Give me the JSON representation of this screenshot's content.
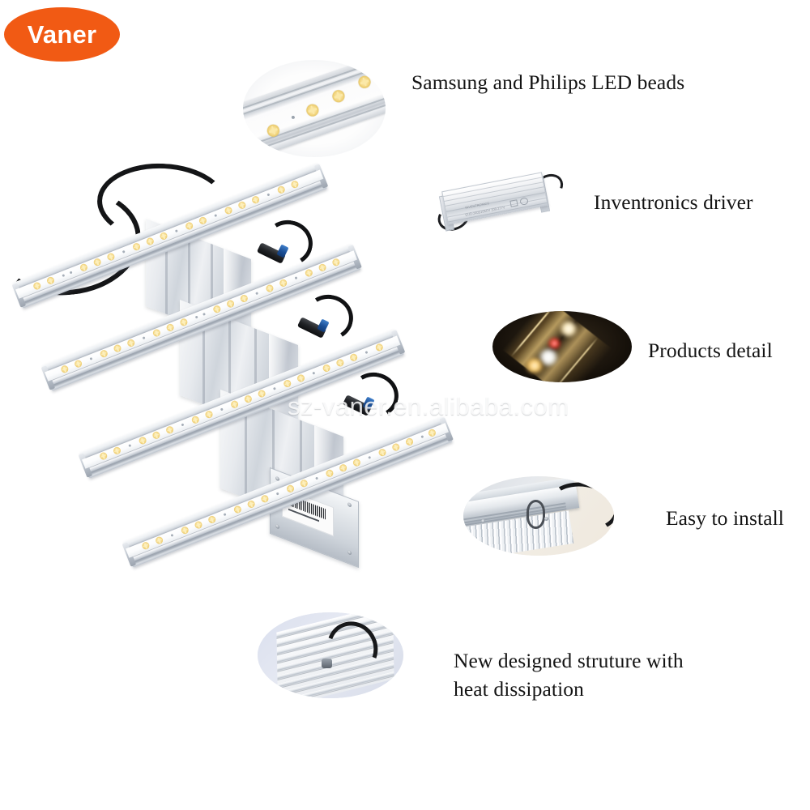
{
  "brand": {
    "name": "Vaner",
    "badge_color": "#f15a14",
    "text_color": "#ffffff"
  },
  "watermark": {
    "text": "sz-vaner.en.alibaba.com"
  },
  "features": [
    {
      "id": "led-beads",
      "label": "Samsung and Philips LED beads",
      "thumb": "led-bead-closeup-oval"
    },
    {
      "id": "driver",
      "label": "Inventronics driver",
      "thumb": "led-driver-photo"
    },
    {
      "id": "products-detail",
      "label": "Products detail",
      "thumb": "lit-led-bar-dark-oval"
    },
    {
      "id": "easy-install",
      "label": "Easy to install",
      "thumb": "hanging-hook-oval"
    },
    {
      "id": "heat-dissipation",
      "label": "New designed struture with\nheat dissipation",
      "thumb": "heatsink-fins-oval"
    }
  ],
  "product": {
    "name": "4-bar LED grow light fixture",
    "bar_count": 4,
    "connector_count": 3,
    "bar_accent_color": "#f0d78c",
    "connector_ring_color": "#1c4f96",
    "housing_color": "#d6dbe1"
  }
}
